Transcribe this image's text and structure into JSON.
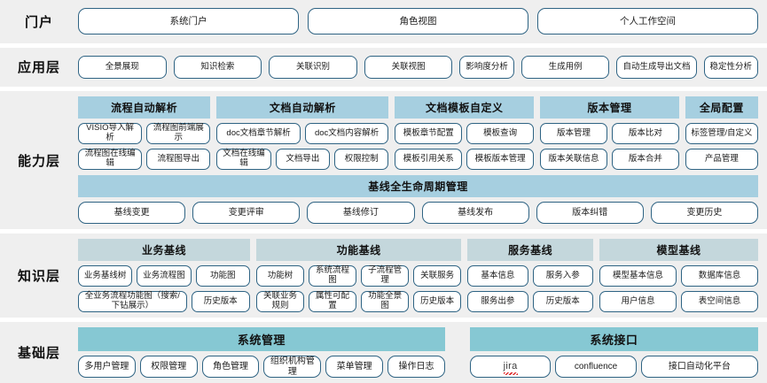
{
  "title": "系统架构图",
  "colors": {
    "band": "#efefef",
    "page": "#ffffff",
    "button_border": "#2e6383",
    "capability_header": "#a6cfe0",
    "knowledge_header": "#c4d7dc",
    "foundation_header": "#86c8d3",
    "text": "#1a1a1a"
  },
  "layers": [
    {
      "id": "portal",
      "label": "门户",
      "buttons": [
        "系统门户",
        "角色视图",
        "个人工作空间"
      ]
    },
    {
      "id": "application",
      "label": "应用层",
      "buttons": [
        "全景展现",
        "知识检索",
        "关联识别",
        "关联视图",
        "影响度分析",
        "生成用例",
        "自动生成导出文档",
        "稳定性分析"
      ]
    },
    {
      "id": "capability",
      "label": "能力层",
      "groups": [
        {
          "header": "流程自动解析",
          "flex": 20,
          "rows": [
            [
              "VISIO导入解析",
              "流程图前端展示"
            ],
            [
              "流程图在线编辑",
              "流程图导出"
            ]
          ]
        },
        {
          "header": "文档自动解析",
          "flex": 26,
          "rows": [
            [
              "doc文档章节解析",
              "doc文档内容解析"
            ],
            [
              "文档在线编辑",
              "文档导出",
              "权限控制"
            ]
          ]
        },
        {
          "header": "文档模板自定义",
          "flex": 21,
          "rows": [
            [
              "模板章节配置",
              "模板查询"
            ],
            [
              "模板引用关系",
              "模板版本管理"
            ]
          ]
        },
        {
          "header": "版本管理",
          "flex": 21,
          "rows": [
            [
              "版本管理",
              "版本比对"
            ],
            [
              "版本关联信息",
              "版本合并"
            ]
          ]
        },
        {
          "header": "全局配置",
          "flex": 11,
          "rows": [
            [
              "标签管理/自定义"
            ],
            [
              "产品管理"
            ]
          ]
        }
      ],
      "lifecycle": {
        "header": "基线全生命周期管理",
        "buttons": [
          "基线变更",
          "变更评审",
          "基线修订",
          "基线发布",
          "版本纠错",
          "变更历史"
        ]
      }
    },
    {
      "id": "knowledge",
      "label": "知识层",
      "groups": [
        {
          "header": "业务基线",
          "flex": 26,
          "rows": [
            [
              "业务基线树",
              "业务流程图",
              "功能图"
            ],
            [
              "全业务流程功能图（搜索/下钻展示）",
              "历史版本"
            ]
          ]
        },
        {
          "header": "功能基线",
          "flex": 31,
          "rows": [
            [
              "功能树",
              "系统流程图",
              "子流程管理",
              "关联服务"
            ],
            [
              "关联业务规则",
              "属性可配置",
              "功能全景图",
              "历史版本"
            ]
          ]
        },
        {
          "header": "服务基线",
          "flex": 19,
          "rows": [
            [
              "基本信息",
              "服务入参"
            ],
            [
              "服务出参",
              "历史版本"
            ]
          ]
        },
        {
          "header": "模型基线",
          "flex": 24,
          "rows": [
            [
              "模型基本信息",
              "数据库信息"
            ],
            [
              "用户信息",
              "表空间信息"
            ]
          ]
        }
      ]
    },
    {
      "id": "foundation",
      "label": "基础层",
      "groups": [
        {
          "header": "系统管理",
          "flex": 56,
          "rows": [
            [
              "多用户管理",
              "权限管理",
              "角色管理",
              "组织机构管理",
              "菜单管理",
              "操作日志"
            ]
          ]
        },
        {
          "header": "系统接口",
          "flex": 44,
          "rows": [
            [
              "jira",
              "confluence",
              "接口自动化平台"
            ]
          ]
        }
      ]
    }
  ]
}
